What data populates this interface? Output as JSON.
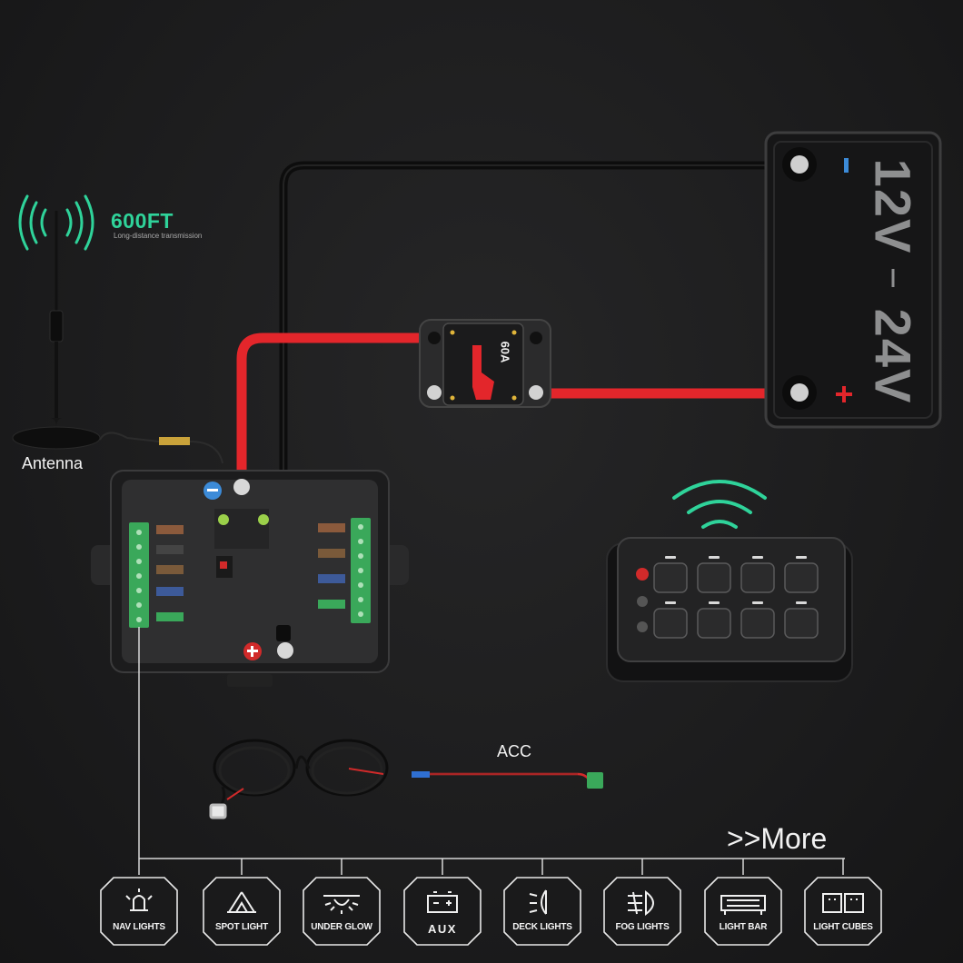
{
  "transmission": {
    "range": "600FT",
    "caption": "Long-distance transmission"
  },
  "antenna": {
    "label": "Antenna"
  },
  "battery": {
    "voltage_top": "12V",
    "voltage_bottom": "24V"
  },
  "fuse": {
    "rating": "60A"
  },
  "acc": {
    "label": "ACC"
  },
  "more": {
    "label": ">>More"
  },
  "accessories": [
    {
      "label": "NAV LIGHTS",
      "icon": "nav-light-icon"
    },
    {
      "label": "SPOT LIGHT",
      "icon": "spot-light-icon"
    },
    {
      "label": "UNDER GLOW",
      "icon": "under-glow-icon"
    },
    {
      "label": "AUX",
      "icon": "battery-aux-icon"
    },
    {
      "label": "DECK LIGHTS",
      "icon": "deck-light-icon"
    },
    {
      "label": "FOG LIGHTS",
      "icon": "fog-light-icon"
    },
    {
      "label": "LIGHT BAR",
      "icon": "light-bar-icon"
    },
    {
      "label": "LIGHT CUBES",
      "icon": "light-cube-icon"
    }
  ],
  "colors": {
    "accent": "#2fd39a",
    "positive_wire": "#e3262b",
    "negative_wire": "#111111"
  }
}
